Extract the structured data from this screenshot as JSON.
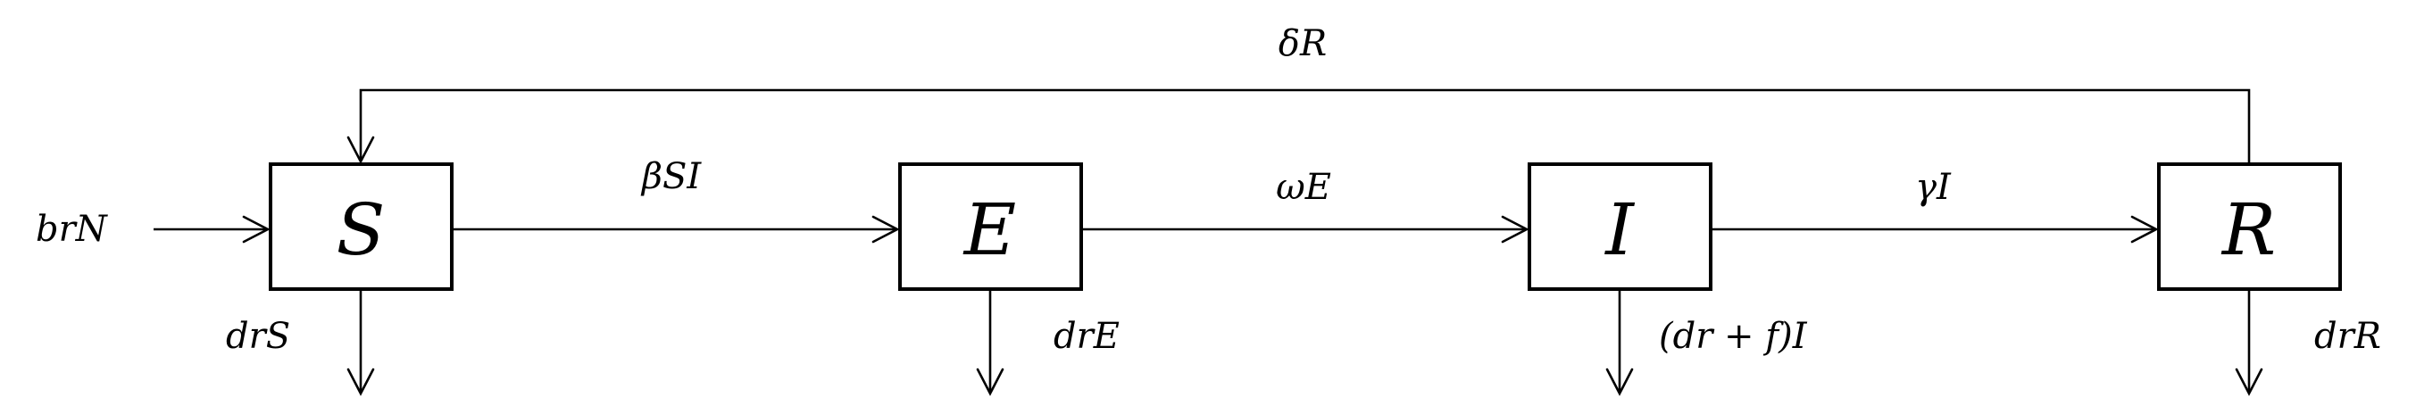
{
  "compartments": {
    "s": "S",
    "e": "E",
    "i": "I",
    "r": "R"
  },
  "rates": {
    "birth": "brN",
    "s_to_e": "βSI",
    "e_to_i": "ωE",
    "i_to_r": "γI",
    "r_to_s": "δR",
    "death_s": "drS",
    "death_e": "drE",
    "death_i": "(dr + f)I",
    "death_r": "drR"
  }
}
